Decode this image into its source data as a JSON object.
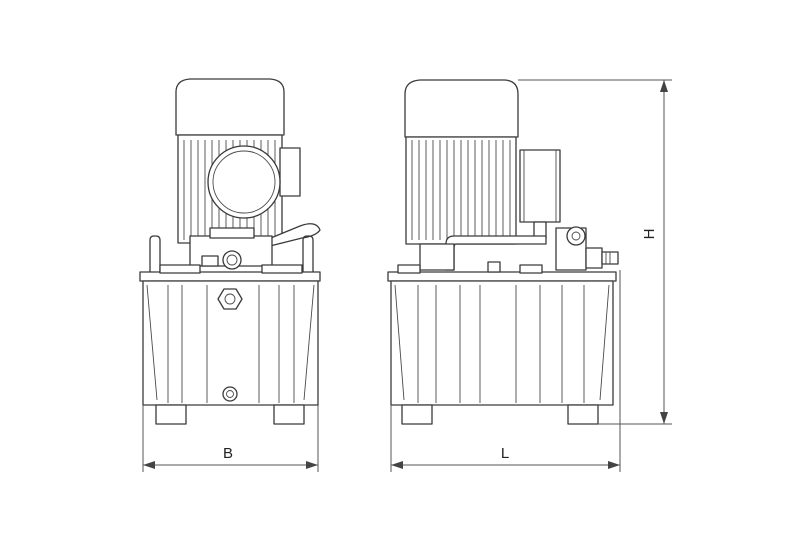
{
  "dimensions": {
    "width_label": "B",
    "length_label": "L",
    "height_label": "H"
  },
  "colors": {
    "line": "#3a3a3a",
    "background": "#ffffff"
  }
}
